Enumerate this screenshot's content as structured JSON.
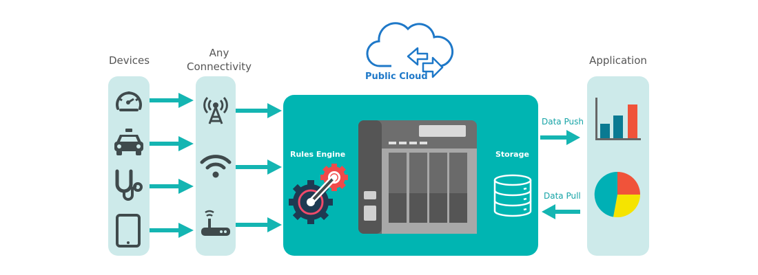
{
  "columns": {
    "devices": {
      "title": "Devices",
      "items": [
        "speedometer",
        "taxi",
        "stethoscope",
        "tablet"
      ]
    },
    "connectivity": {
      "title_line1": "Any",
      "title_line2": "Connectivity",
      "items": [
        "cell-tower",
        "wifi",
        "router"
      ]
    },
    "application": {
      "title": "Application",
      "items": [
        "bar-chart",
        "pie-chart"
      ]
    }
  },
  "cloud": {
    "label": "Public Cloud"
  },
  "gateway": {
    "rules_engine_label": "Rules Engine",
    "storage_label": "Storage"
  },
  "flows": {
    "push_label": "Data Push",
    "pull_label": "Data Pull"
  },
  "colors": {
    "teal": "#00b5b2",
    "panel": "#cdeaea",
    "icon_dark": "#3f4a4c",
    "cloud_blue": "#1e78c8",
    "red": "#f0533a",
    "yellow": "#f5e400",
    "dark_teal": "#0a7a92"
  }
}
